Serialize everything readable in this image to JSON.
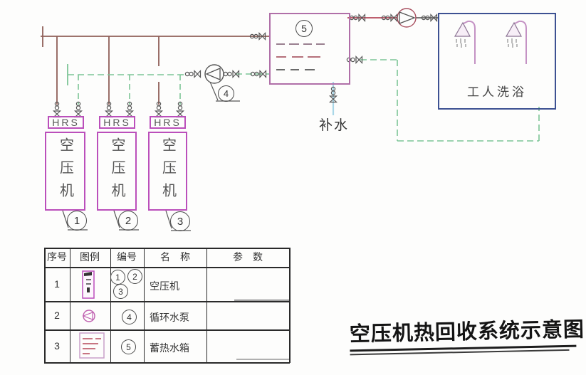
{
  "title": {
    "text": "空压机热回收系统示意图"
  },
  "diagram": {
    "compressors": [
      {
        "hrs_label": "HRS",
        "name": "空压机",
        "number": "1"
      },
      {
        "hrs_label": "HRS",
        "name": "空压机",
        "number": "2"
      },
      {
        "hrs_label": "HRS",
        "name": "空压机",
        "number": "3"
      }
    ],
    "tank": {
      "number": "5"
    },
    "circulation_pump": {
      "number": "4"
    },
    "shower_room": {
      "label": "工人洗浴"
    },
    "makeup_water_label": "补水"
  },
  "legend_table": {
    "headers": [
      "序号",
      "图例",
      "编号",
      "名　称",
      "参　数"
    ],
    "rows": [
      {
        "index": "1",
        "numbers": [
          "1",
          "2",
          "3"
        ],
        "name": "空压机",
        "params": ""
      },
      {
        "index": "2",
        "numbers": [
          "4"
        ],
        "name": "循环水泵",
        "params": ""
      },
      {
        "index": "3",
        "numbers": [
          "5"
        ],
        "name": "蓄热水箱",
        "params": ""
      }
    ]
  },
  "colors": {
    "hot_water_pipe": "#8f5f58",
    "return_pipe_green": "#7cc596",
    "supply_pipe_red": "#b5485a",
    "makeup_water_blue": "#a9d7e8",
    "equipment_magenta": "#bb4fbb",
    "tank_purple": "#b06fa8",
    "shower_box_navy": "#3d5192"
  }
}
